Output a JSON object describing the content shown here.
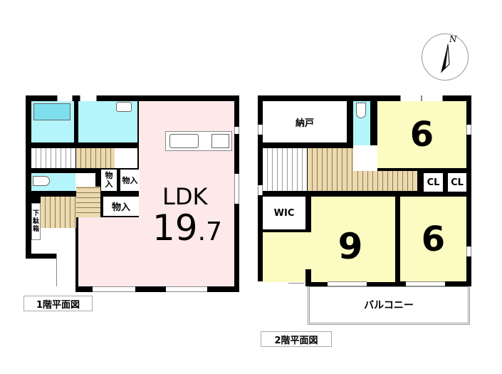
{
  "floor1": {
    "title": "1階平面図",
    "ldk_label": "LDK",
    "ldk_size_int": "19",
    "ldk_size_dec": ".7",
    "storage_labels": [
      "物\n入",
      "物入",
      "物入"
    ],
    "shoe_box": "下\n駄\n箱"
  },
  "floor2": {
    "title": "2階平面図",
    "storeroom": "納戸",
    "room_top_right": "6",
    "room_main": "9",
    "room_bottom_right": "6",
    "wic": "WIC",
    "closet_1": "CL",
    "closet_2": "CL",
    "balcony": "バルコニー"
  },
  "compass": {
    "north_label": "N"
  },
  "colors": {
    "ldk": "#fde8ea",
    "wet": "#b4f5fb",
    "bedroom": "#fbfbc2",
    "stairs": "#ecd9ad"
  }
}
